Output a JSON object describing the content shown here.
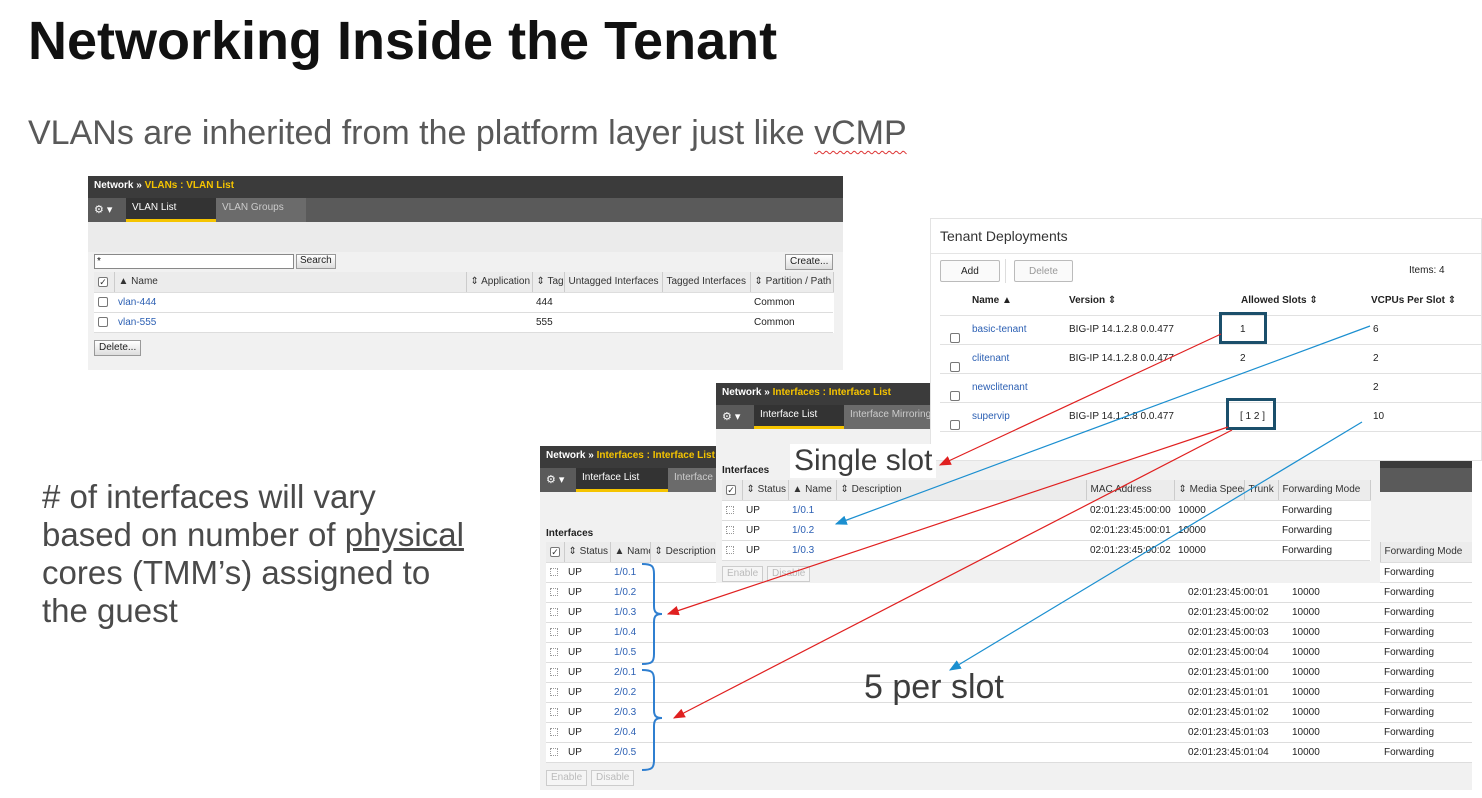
{
  "slide": {
    "title": "Networking Inside the Tenant",
    "subtitle_main": "VLANs are inherited from the platform layer just like ",
    "subtitle_word": "vCMP",
    "note_a": "# of interfaces will vary based on number of ",
    "note_b": "physical",
    "note_c": " cores (TMM’s) assigned to the guest",
    "callout_single": "Single slot",
    "callout_per": "5 per slot"
  },
  "vlan_panel": {
    "crumb_a": "Network",
    "crumb_sep": "»",
    "crumb_b": "VLANs : VLAN List",
    "tab_1": "VLAN List",
    "tab_2": "VLAN Groups",
    "filter_value": "*",
    "search_label": "Search",
    "create_label": "Create...",
    "col_name": "▲ Name",
    "col_app": "⇕ Application",
    "col_tag": "⇕ Tag",
    "col_untag": "Untagged Interfaces",
    "col_tagged": "Tagged Interfaces",
    "col_part": "⇕ Partition / Path",
    "rows": [
      {
        "name": "vlan-444",
        "tag": "444",
        "partition": "Common"
      },
      {
        "name": "vlan-555",
        "tag": "555",
        "partition": "Common"
      }
    ],
    "delete_label": "Delete..."
  },
  "tenant_panel": {
    "title": "Tenant Deployments",
    "add_label": "Add",
    "delete_label": "Delete",
    "items": "Items: 4",
    "col_name": "Name ▲",
    "col_version": "Version ⇕",
    "col_slots": "Allowed Slots ⇕",
    "col_vcpu": "VCPUs Per Slot ⇕",
    "rows": [
      {
        "name": "basic-tenant",
        "version": "BIG-IP 14.1.2.8 0.0.477",
        "slots": "1",
        "vcpu": "6"
      },
      {
        "name": "clitenant",
        "version": "BIG-IP 14.1.2.8 0.0.477",
        "slots": "2",
        "vcpu": "2"
      },
      {
        "name": "newclitenant",
        "version": "",
        "slots": "",
        "vcpu": "2"
      },
      {
        "name": "supervip",
        "version": "BIG-IP 14.1.2.8 0.0.477",
        "slots": "[ 1 2 ]",
        "vcpu": "10"
      }
    ]
  },
  "iface_small": {
    "crumb_a": "Network",
    "crumb_sep": "»",
    "crumb_b": "Interfaces : Interface List",
    "tab_1": "Interface List",
    "tab_2": "Interface Mirroring",
    "section": "Interfaces",
    "col_status": "⇕ Status",
    "col_name": "▲ Name",
    "col_desc": "⇕ Description",
    "col_mac": "MAC Address",
    "col_speed": "⇕ Media Speed",
    "col_trunk": "Trunk",
    "col_fwd": "Forwarding Mode",
    "rows": [
      {
        "status": "UP",
        "name": "1/0.1",
        "mac": "02:01:23:45:00:00",
        "speed": "10000",
        "mode": "Forwarding"
      },
      {
        "status": "UP",
        "name": "1/0.2",
        "mac": "02:01:23:45:00:01",
        "speed": "10000",
        "mode": "Forwarding"
      },
      {
        "status": "UP",
        "name": "1/0.3",
        "mac": "02:01:23:45:00:02",
        "speed": "10000",
        "mode": "Forwarding"
      }
    ],
    "enable_label": "Enable",
    "disable_label": "Disable"
  },
  "iface_large": {
    "crumb_a": "Network",
    "crumb_sep": "»",
    "crumb_b": "Interfaces : Interface List",
    "tab_1": "Interface List",
    "tab_2": "Interface Mirroring",
    "section": "Interfaces",
    "col_status": "⇕ Status",
    "col_name": "▲ Name",
    "col_desc": "⇕ Description",
    "col_fwd": "Forwarding Mode",
    "rows": [
      {
        "status": "UP",
        "name": "1/0.1",
        "mac": "",
        "speed": "",
        "mode": "Forwarding"
      },
      {
        "status": "UP",
        "name": "1/0.2",
        "mac": "02:01:23:45:00:01",
        "speed": "10000",
        "mode": "Forwarding"
      },
      {
        "status": "UP",
        "name": "1/0.3",
        "mac": "02:01:23:45:00:02",
        "speed": "10000",
        "mode": "Forwarding"
      },
      {
        "status": "UP",
        "name": "1/0.4",
        "mac": "02:01:23:45:00:03",
        "speed": "10000",
        "mode": "Forwarding"
      },
      {
        "status": "UP",
        "name": "1/0.5",
        "mac": "02:01:23:45:00:04",
        "speed": "10000",
        "mode": "Forwarding"
      },
      {
        "status": "UP",
        "name": "2/0.1",
        "mac": "02:01:23:45:01:00",
        "speed": "10000",
        "mode": "Forwarding"
      },
      {
        "status": "UP",
        "name": "2/0.2",
        "mac": "02:01:23:45:01:01",
        "speed": "10000",
        "mode": "Forwarding"
      },
      {
        "status": "UP",
        "name": "2/0.3",
        "mac": "02:01:23:45:01:02",
        "speed": "10000",
        "mode": "Forwarding"
      },
      {
        "status": "UP",
        "name": "2/0.4",
        "mac": "02:01:23:45:01:03",
        "speed": "10000",
        "mode": "Forwarding"
      },
      {
        "status": "UP",
        "name": "2/0.5",
        "mac": "02:01:23:45:01:04",
        "speed": "10000",
        "mode": "Forwarding"
      }
    ],
    "enable_label": "Enable",
    "disable_label": "Disable"
  },
  "colors": {
    "arrow_red": "#e02020",
    "arrow_blue": "#1b8fd0",
    "bracket": "#2f7fd0",
    "highlight_box": "#1b4f6b",
    "breadcrumb_accent": "#f5c400"
  }
}
